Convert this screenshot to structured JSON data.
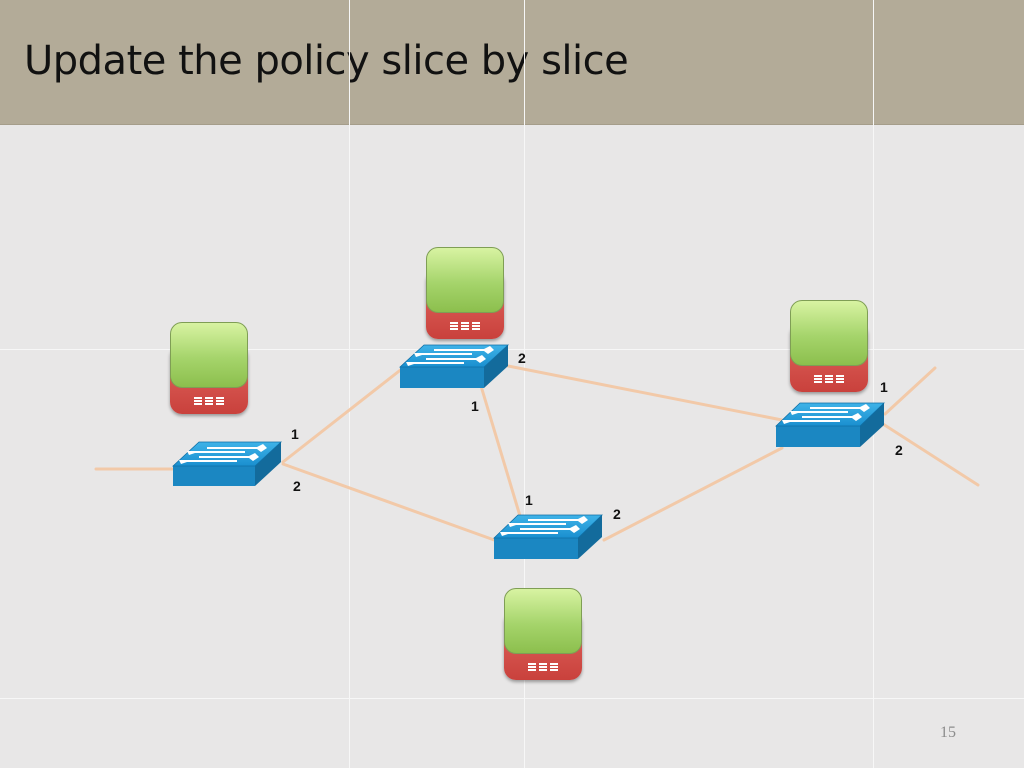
{
  "slide": {
    "title": "Update the policy slice by slice",
    "page_number": "15"
  },
  "colors": {
    "title_bar": "#b3ab98",
    "background": "#e8e7e7",
    "link": "#f2c9a8",
    "switch": "#1a95d3",
    "controller_top": "#a5d46b",
    "controller_base": "#d5524c"
  },
  "switches": [
    {
      "id": "s1",
      "icon": "network-switch-icon"
    },
    {
      "id": "s2",
      "icon": "network-switch-icon"
    },
    {
      "id": "s3",
      "icon": "network-switch-icon"
    },
    {
      "id": "s4",
      "icon": "network-switch-icon"
    }
  ],
  "controllers": [
    {
      "id": "c1",
      "icon": "controller-icon"
    },
    {
      "id": "c2",
      "icon": "controller-icon"
    },
    {
      "id": "c3",
      "icon": "controller-icon"
    },
    {
      "id": "c4",
      "icon": "controller-icon"
    }
  ],
  "links": [
    {
      "from": "external-left",
      "to": "s1"
    },
    {
      "from": "s1",
      "from_port": "1",
      "to": "s2"
    },
    {
      "from": "s1",
      "from_port": "2",
      "to": "s3"
    },
    {
      "from": "s2",
      "from_port": "1",
      "to": "s3",
      "to_port": "1"
    },
    {
      "from": "s2",
      "from_port": "2",
      "to": "s4"
    },
    {
      "from": "s3",
      "from_port": "2",
      "to": "s4"
    },
    {
      "from": "s4",
      "from_port": "1",
      "to": "external-right-top"
    },
    {
      "from": "s4",
      "from_port": "2",
      "to": "external-right-bottom"
    }
  ],
  "port_labels": [
    {
      "id": "s1-p1",
      "text": "1"
    },
    {
      "id": "s1-p2",
      "text": "2"
    },
    {
      "id": "s2-p1",
      "text": "1"
    },
    {
      "id": "s2-p2",
      "text": "2"
    },
    {
      "id": "s3-p1",
      "text": "1"
    },
    {
      "id": "s3-p2",
      "text": "2"
    },
    {
      "id": "s4-p1",
      "text": "1"
    },
    {
      "id": "s4-p2",
      "text": "2"
    }
  ]
}
